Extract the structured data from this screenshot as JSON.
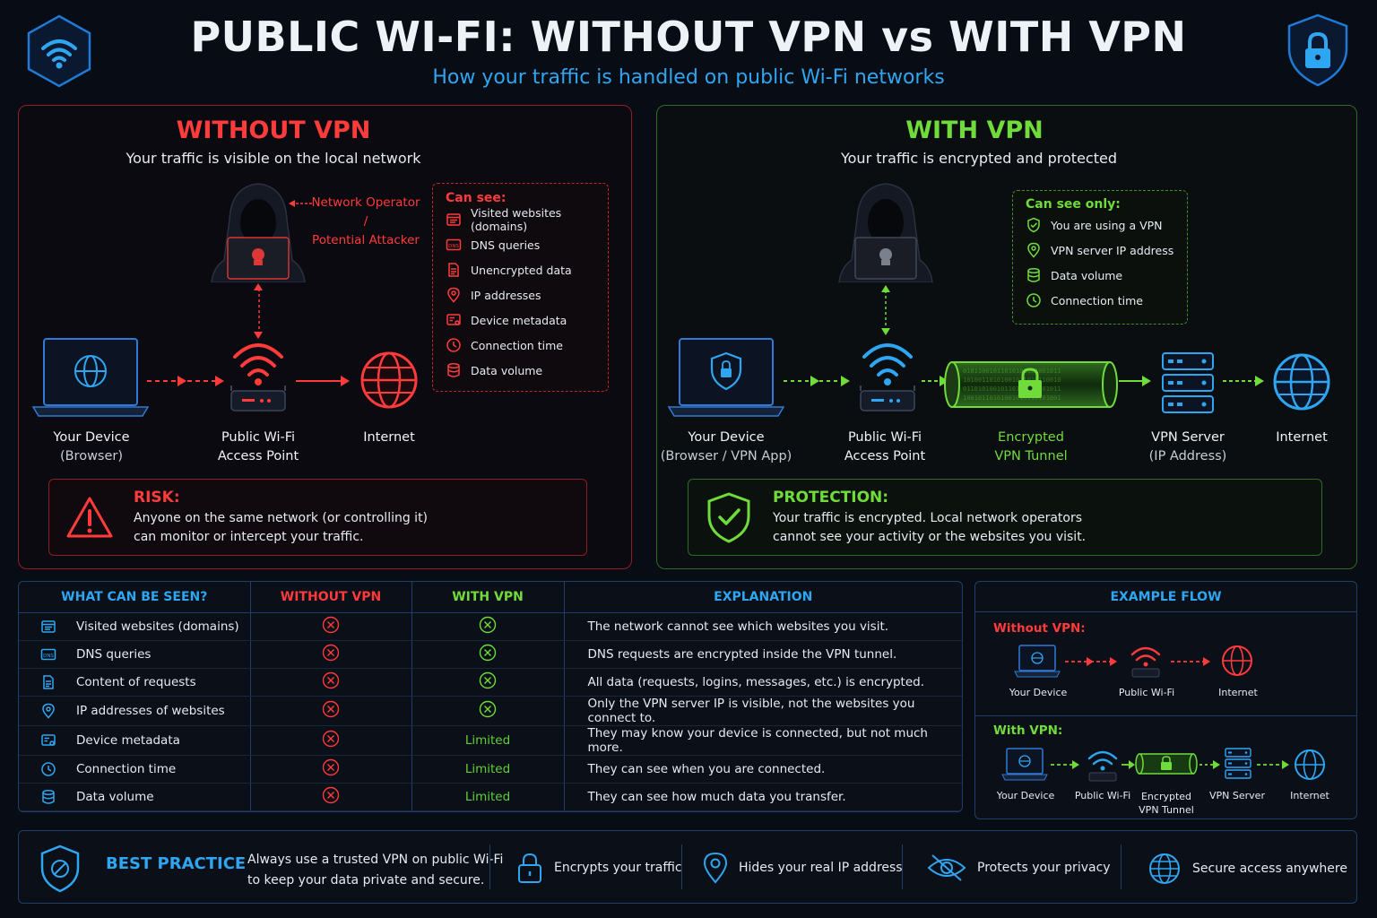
{
  "header": {
    "title": "PUBLIC WI-FI: WITHOUT VPN vs WITH VPN",
    "subtitle": "How your traffic is handled on public Wi-Fi networks"
  },
  "without": {
    "title": "WITHOUT VPN",
    "subtitle": "Your traffic is visible on the local network",
    "attacker_label_1": "Network Operator /",
    "attacker_label_2": "Potential Attacker",
    "can_see_title": "Can see:",
    "can_see": [
      "Visited websites (domains)",
      "DNS queries",
      "Unencrypted data",
      "IP addresses",
      "Device metadata",
      "Connection time",
      "Data volume"
    ],
    "nodes": {
      "device": "Your Device",
      "device_sub": "(Browser)",
      "ap_1": "Public Wi-Fi",
      "ap_2": "Access Point",
      "internet": "Internet"
    },
    "risk_title": "RISK:",
    "risk_line_1": "Anyone on the same network (or controlling it)",
    "risk_line_2": "can monitor or intercept your traffic."
  },
  "with": {
    "title": "WITH VPN",
    "subtitle": "Your traffic is encrypted and protected",
    "can_see_title": "Can see only:",
    "can_see": [
      "You are using a VPN",
      "VPN server IP address",
      "Data volume",
      "Connection time"
    ],
    "nodes": {
      "device": "Your Device",
      "device_sub": "(Browser / VPN App)",
      "ap_1": "Public Wi-Fi",
      "ap_2": "Access Point",
      "tunnel_1": "Encrypted",
      "tunnel_2": "VPN Tunnel",
      "server": "VPN Server",
      "server_sub": "(IP Address)",
      "internet": "Internet"
    },
    "protection_title": "PROTECTION:",
    "protection_line_1": "Your traffic is encrypted. Local network operators",
    "protection_line_2": "cannot see your activity or the websites you visit."
  },
  "table": {
    "headers": [
      "WHAT CAN BE SEEN?",
      "WITHOUT VPN",
      "WITH VPN",
      "EXPLANATION"
    ],
    "limited_label": "Limited",
    "rows": [
      {
        "item": "Visited websites (domains)",
        "icon": "browser-icon",
        "without": "x",
        "with": "x",
        "explanation": "The network cannot see which websites you visit."
      },
      {
        "item": "DNS queries",
        "icon": "dns-icon",
        "without": "x",
        "with": "x",
        "explanation": "DNS requests are encrypted inside the VPN tunnel."
      },
      {
        "item": "Content of requests",
        "icon": "document-icon",
        "without": "x",
        "with": "x",
        "explanation": "All data (requests, logins, messages, etc.) is encrypted."
      },
      {
        "item": "IP addresses of websites",
        "icon": "location-icon",
        "without": "x",
        "with": "x",
        "explanation": "Only the VPN server IP is visible, not the websites you connect to."
      },
      {
        "item": "Device metadata",
        "icon": "device-card-icon",
        "without": "x",
        "with": "limited",
        "explanation": "They may know your device is connected, but not much more."
      },
      {
        "item": "Connection time",
        "icon": "clock-icon",
        "without": "x",
        "with": "limited",
        "explanation": "They can see when you are connected."
      },
      {
        "item": "Data volume",
        "icon": "database-icon",
        "without": "x",
        "with": "limited",
        "explanation": "They can see how much data you transfer."
      }
    ]
  },
  "example": {
    "title": "EXAMPLE FLOW",
    "without_label": "Without VPN:",
    "without_nodes": [
      "Your Device",
      "Public Wi-Fi",
      "Internet"
    ],
    "with_label": "With VPN:",
    "with_nodes": [
      "Your Device",
      "Public Wi-Fi",
      "Encrypted",
      "VPN Server",
      "Internet"
    ],
    "tunnel_2": "VPN Tunnel"
  },
  "best_practice": {
    "title": "BEST PRACTICE",
    "line_1": "Always use a trusted VPN on public Wi-Fi",
    "line_2": "to keep your data private and secure.",
    "items": [
      "Encrypts your traffic",
      "Hides your real IP address",
      "Protects your privacy",
      "Secure access anywhere"
    ]
  },
  "colors": {
    "red": "#ff3b3b",
    "green": "#6fdc3c",
    "blue": "#2f9cf0",
    "background": "#080c14"
  }
}
